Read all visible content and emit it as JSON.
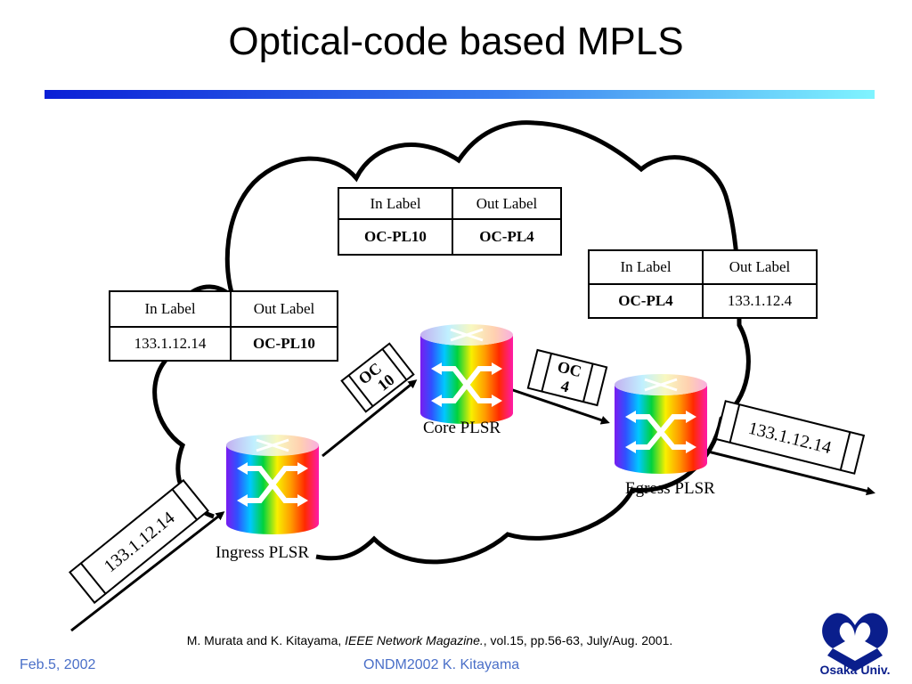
{
  "slide": {
    "title": "Optical-code based MPLS"
  },
  "tables": {
    "core": {
      "in_header": "In Label",
      "out_header": "Out Label",
      "in_value": "OC-PL10",
      "out_value": "OC-PL4"
    },
    "egress": {
      "in_header": "In Label",
      "out_header": "Out Label",
      "in_value": "OC-PL4",
      "out_value": "133.1.12.4"
    },
    "ingress": {
      "in_header": "In Label",
      "out_header": "Out Label",
      "in_value": "133.1.12.14",
      "out_value": "OC-PL10"
    }
  },
  "nodes": {
    "ingress": "Ingress PLSR",
    "core": "Core PLSR",
    "egress": "Egress PLSR"
  },
  "packets": {
    "input": "133.1.12.14",
    "oc10_line1": "OC",
    "oc10_line2": "10",
    "oc4_line1": "OC",
    "oc4_line2": "4",
    "output": "133.1.12.14"
  },
  "citation": {
    "authors": "M. Murata and K. Kitayama, ",
    "journal": "IEEE Network Magazine.",
    "details": ", vol.15, pp.56-63, July/Aug. 2001."
  },
  "footer": {
    "date": "Feb.5, 2002",
    "center": "ONDM2002  K. Kitayama",
    "logo_text": "Osaka Univ."
  },
  "colors": {
    "title_bar_start": "#0a1fd6",
    "title_bar_end": "#7ff4ff",
    "footer_text": "#4a6fc8",
    "logo": "#0a1e8c"
  }
}
